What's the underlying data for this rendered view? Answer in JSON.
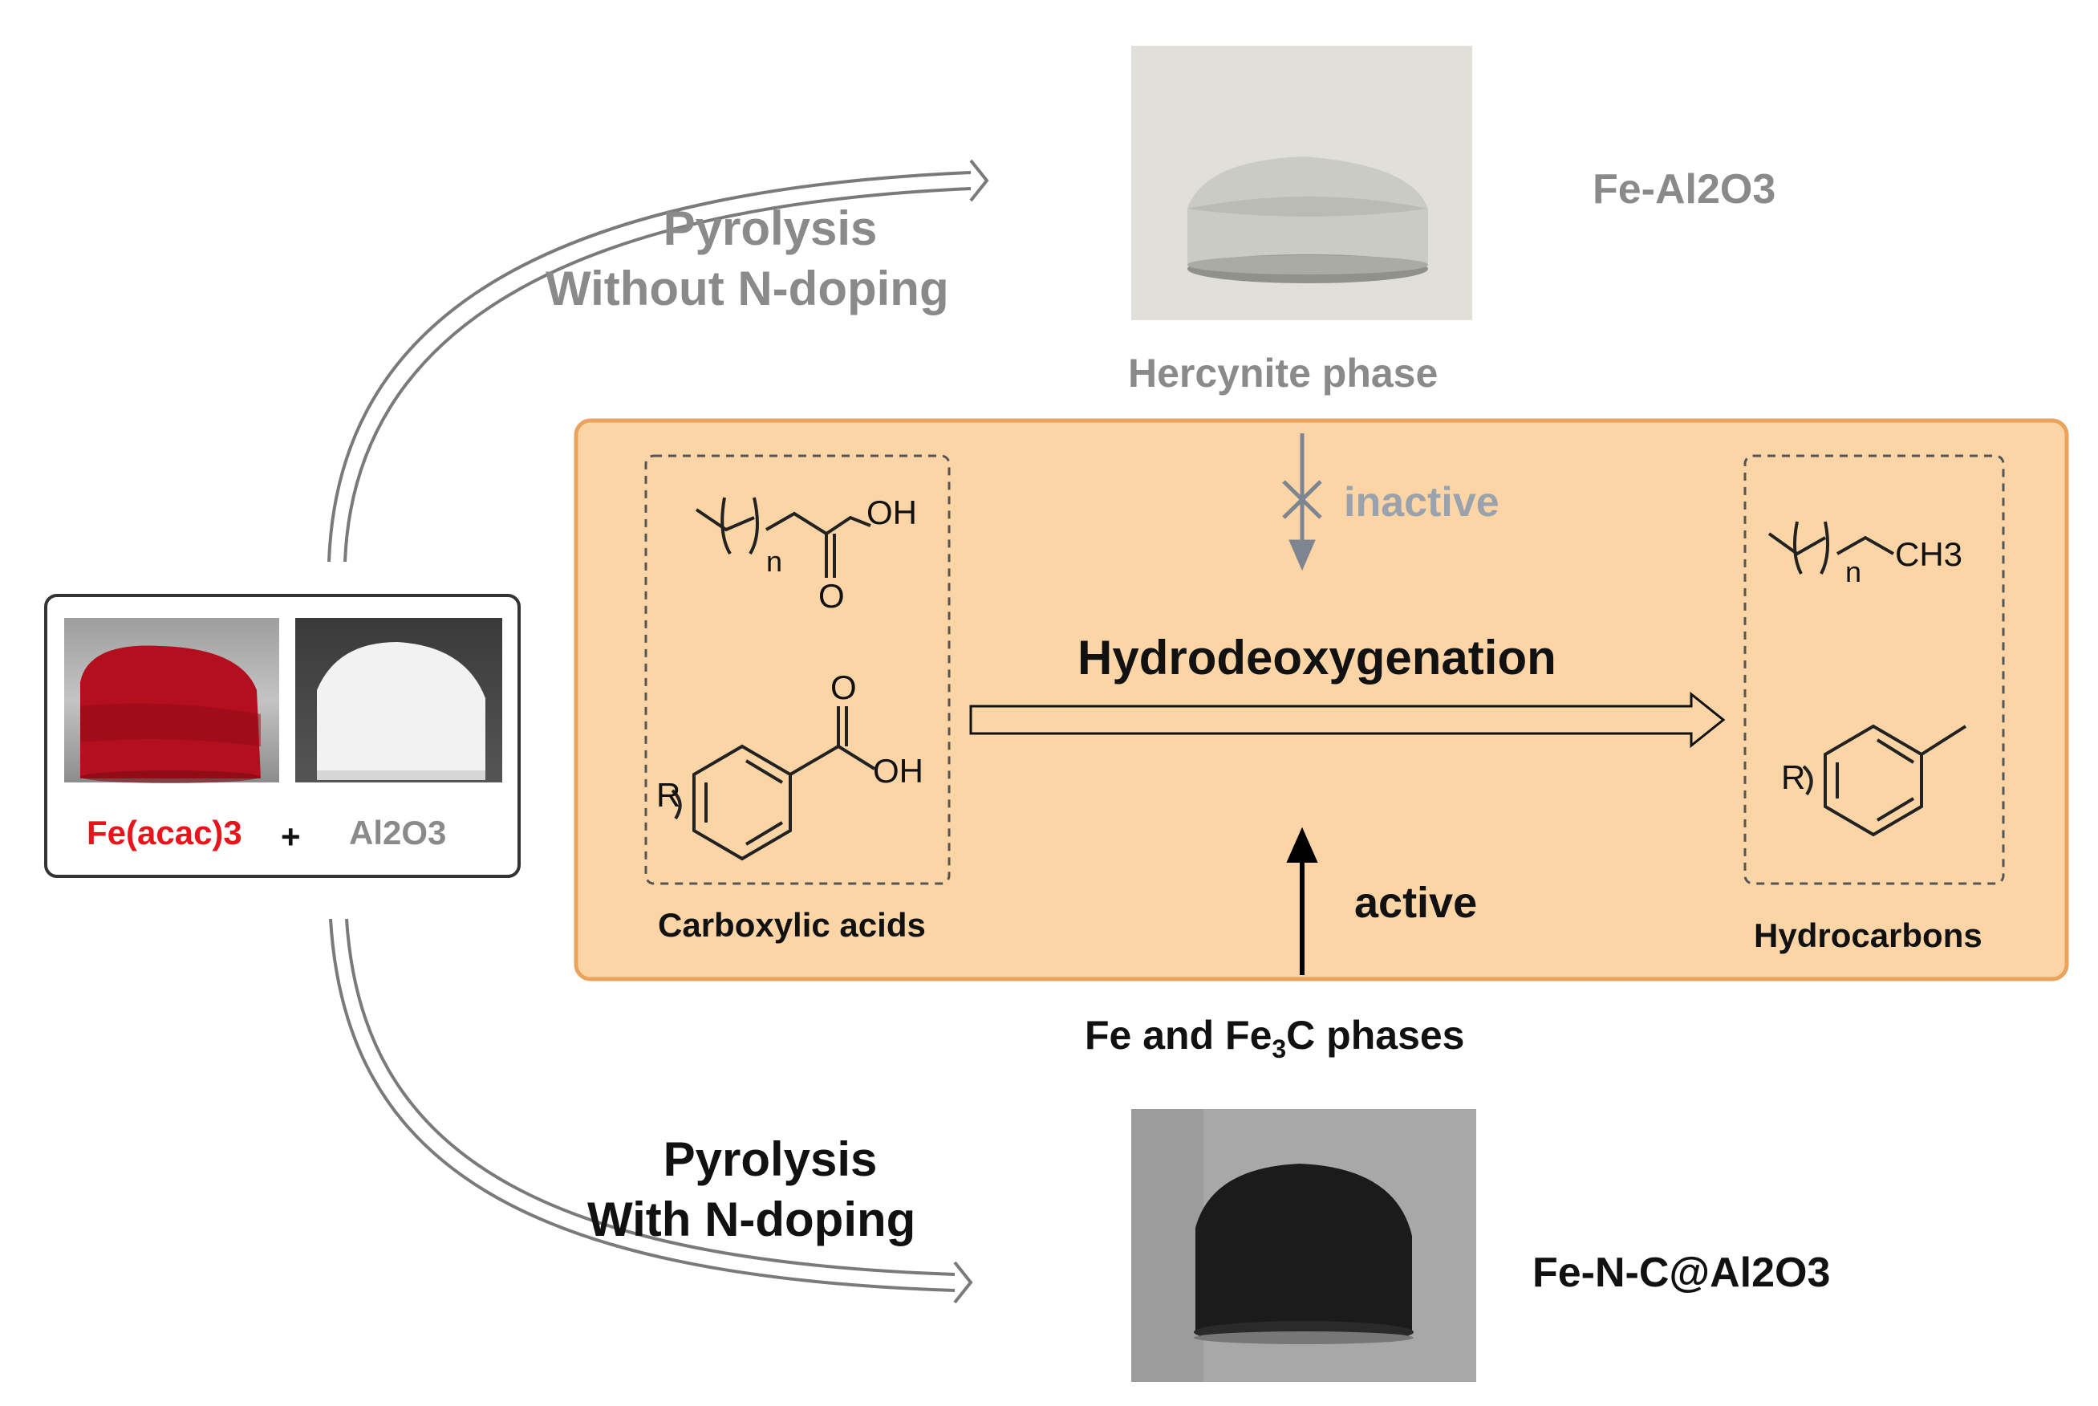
{
  "colors": {
    "panel_fill": "#fcd5a7",
    "panel_border": "#e9a35c",
    "gray_text": "#8a8a8a",
    "dark_text": "#111111",
    "red_text": "#e8141c",
    "fe_acac_powder": "#b30f1e",
    "al2o3_powder": "#f2f2f2",
    "hercynite_powder": "#c9cbc4",
    "fenc_powder": "#1b1b1b"
  },
  "top_route": {
    "line1": "Pyrolysis",
    "line2": "Without N-doping",
    "phase": "Hercynite phase",
    "product": "Fe-Al2O3"
  },
  "bottom_route": {
    "line1": "Pyrolysis",
    "line2": "With N-doping",
    "phase_pre": "Fe and Fe",
    "phase_sub": "3",
    "phase_post": "C phases",
    "product": "Fe-N-C@Al2O3"
  },
  "precursors": {
    "fe": "Fe(acac)3",
    "plus": "+",
    "al": "Al2O3"
  },
  "reaction": {
    "title": "Hydrodeoxygenation",
    "inactive": "inactive",
    "active": "active",
    "reactants_label": "Carboxylic acids",
    "products_label": "Hydrocarbons",
    "oh_label": "OH",
    "o_label": "O",
    "n_label": "n",
    "r_label": "R",
    "ch3_label": "CH3"
  }
}
